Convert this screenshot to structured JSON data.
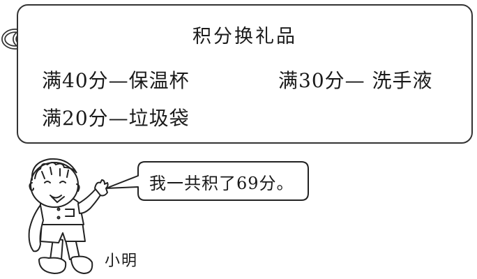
{
  "board": {
    "title": "积分换礼品",
    "rewards": [
      "满40分—保温杯",
      "满30分— 洗手液",
      "满20分—垃圾袋"
    ]
  },
  "speech": "我一共积了69分。",
  "character_name": "小明"
}
